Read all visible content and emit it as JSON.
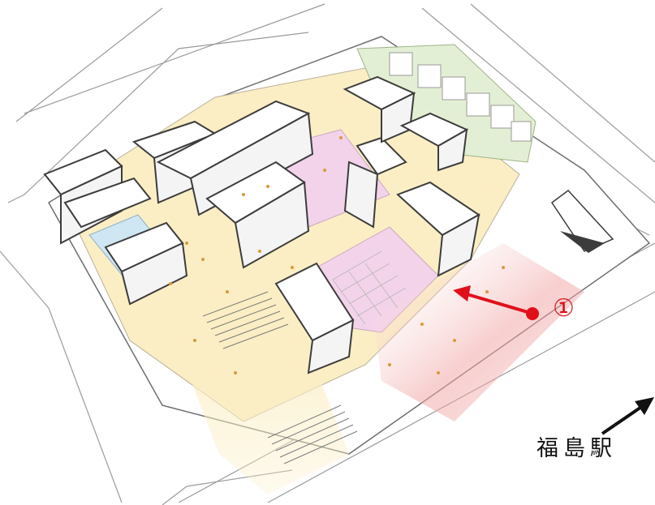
{
  "diagram": {
    "type": "isometric-architectural-plan",
    "colors": {
      "ground": "#ffffff",
      "outline": "#6e6e6e",
      "plaza_floor": "#fbeec4",
      "pink_zone": "#f3d3ea",
      "blue_zone": "#cfe6f3",
      "green_zone": "#e3efd4",
      "red_gradient": "#f2a7a7",
      "marker_red": "#e0101a",
      "arrow_black": "#111111"
    }
  },
  "annotations": {
    "marker_label": "①",
    "station_label": "福島駅",
    "station_arrow_icon": "arrow-up-right-icon",
    "marker_arrow_icon": "arrow-left-icon"
  }
}
